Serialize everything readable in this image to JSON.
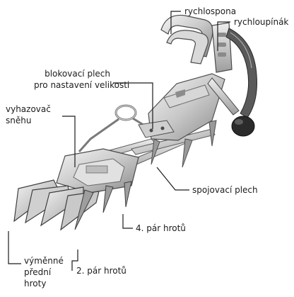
{
  "labels": {
    "rychlospona": "rychlospona",
    "rychloupinak": "rychloupínák",
    "blokovaci_line1": "blokovací plech",
    "blokovaci_line2": "pro nastavení velikosti",
    "vyhazovac_line1": "vyhazovač",
    "vyhazovac_line2": "sněhu",
    "spojovaci": "spojovací plech",
    "par4": "4. pár hrotů",
    "par2": "2. pár hrotů",
    "predni_line1": "výměnné",
    "predni_line2": "přední",
    "predni_line3": "hroty"
  },
  "colors": {
    "metal_light": "#e4e4e4",
    "metal_mid": "#b9b9b9",
    "metal_dark": "#6e6e6e",
    "strap_dark": "#2b2b2b",
    "leader": "#1c1c1c"
  }
}
